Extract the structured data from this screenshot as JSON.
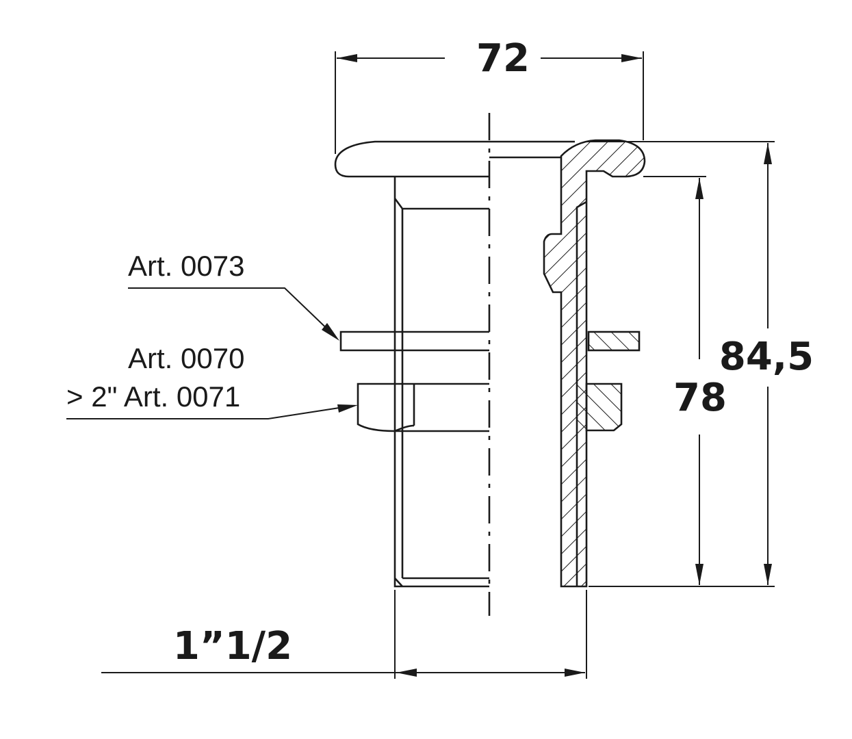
{
  "dimensions": {
    "width": "72",
    "total_height": "84,5",
    "body_height": "78",
    "thread": "1”1/2"
  },
  "labels": {
    "washer": "Art. 0073",
    "nut_line1": "Art. 0070",
    "nut_line2": "> 2\" Art. 0071"
  }
}
